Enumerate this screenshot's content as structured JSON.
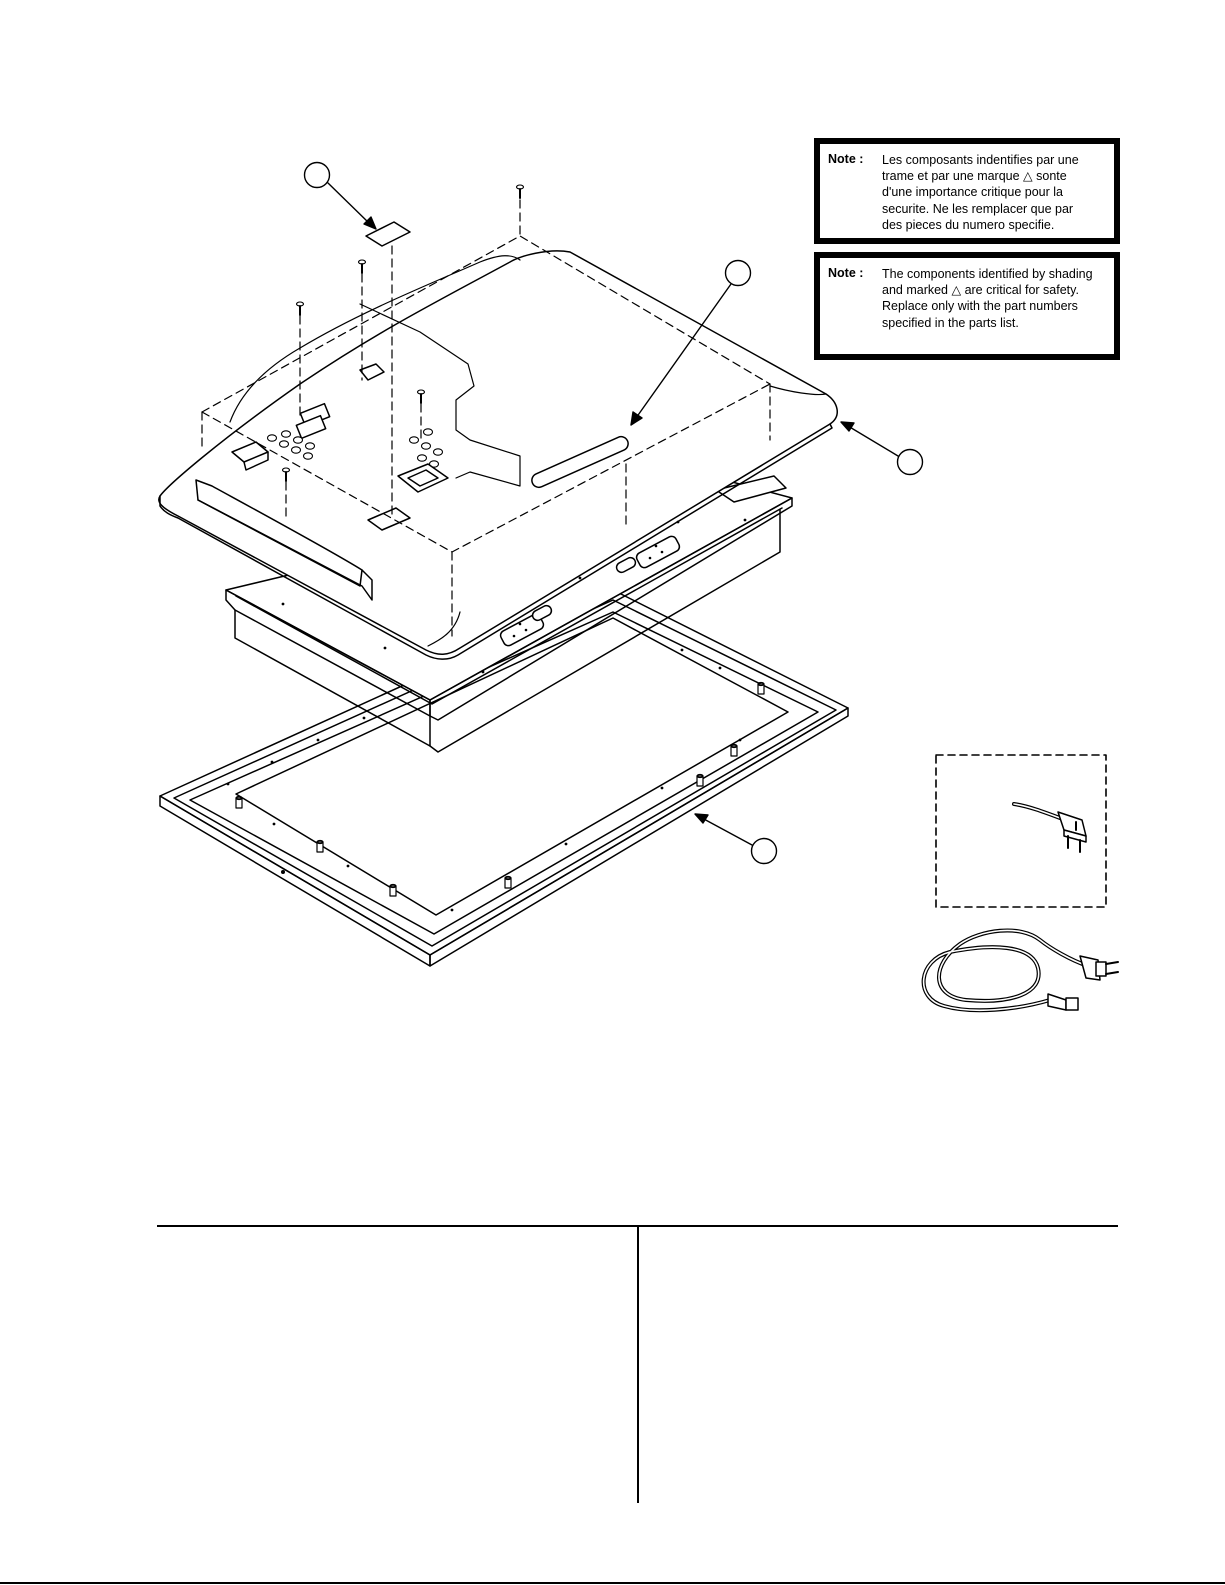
{
  "notes": {
    "french": {
      "label": "Note :",
      "lines": [
        "Les composants indentifies par une",
        "trame et par une marque △  sonte",
        "d'une importance critique pour la",
        "securite. Ne les remplacer que par",
        "des pieces du numero specifie."
      ]
    },
    "english": {
      "label": "Note :",
      "lines": [
        "The components identified by shading",
        "and marked △  are critical for safety.",
        "Replace only with the part numbers",
        "specified in the parts list."
      ]
    }
  },
  "callouts": [
    "",
    "",
    "",
    ""
  ],
  "parts": [
    "back-cover",
    "label",
    "screws",
    "chassis-panel",
    "front-bezel",
    "power-cord-uk-plug",
    "power-cord-us-plug"
  ]
}
